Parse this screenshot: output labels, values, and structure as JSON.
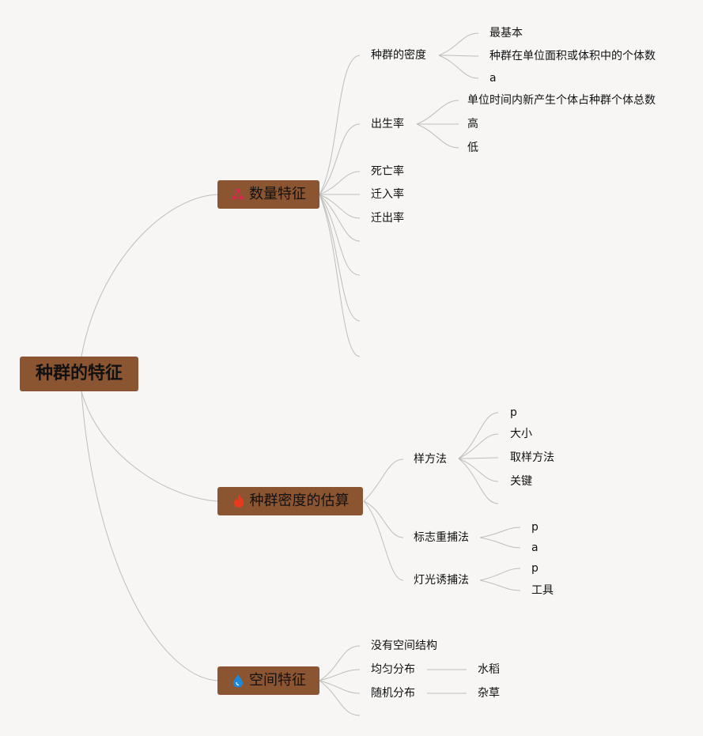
{
  "root": {
    "label": "种群的特征"
  },
  "branches": {
    "quantity": {
      "label": "数量特征",
      "icon": "triangle-dots-icon",
      "icon_color": "#d42a4a",
      "items": {
        "density": {
          "label": "种群的密度",
          "children": [
            "最基本",
            "种群在单位面积或体积中的个体数",
            "a"
          ]
        },
        "birth": {
          "label": "出生率",
          "children": [
            "单位时间内新产生个体占种群个体总数",
            "高",
            "低"
          ]
        },
        "death": {
          "label": "死亡率"
        },
        "immigration": {
          "label": "迁入率"
        },
        "emigration": {
          "label": "迁出率"
        }
      }
    },
    "estimation": {
      "label": "种群密度的估算",
      "icon": "flame-icon",
      "icon_color": "#e83a1f",
      "items": {
        "sample": {
          "label": "样方法",
          "children": [
            "p",
            "大小",
            "取样方法",
            "关键"
          ]
        },
        "mark": {
          "label": "标志重捕法",
          "children": [
            "p",
            "a"
          ]
        },
        "light": {
          "label": "灯光诱捕法",
          "children": [
            "p",
            "工具"
          ]
        }
      }
    },
    "spatial": {
      "label": "空间特征",
      "icon": "water-drop-icon",
      "icon_color": "#1e88d6",
      "items": {
        "none": {
          "label": "没有空间结构"
        },
        "uniform": {
          "label": "均匀分布",
          "children": [
            "水稻"
          ]
        },
        "random": {
          "label": "随机分布",
          "children": [
            "杂草"
          ]
        }
      }
    }
  }
}
